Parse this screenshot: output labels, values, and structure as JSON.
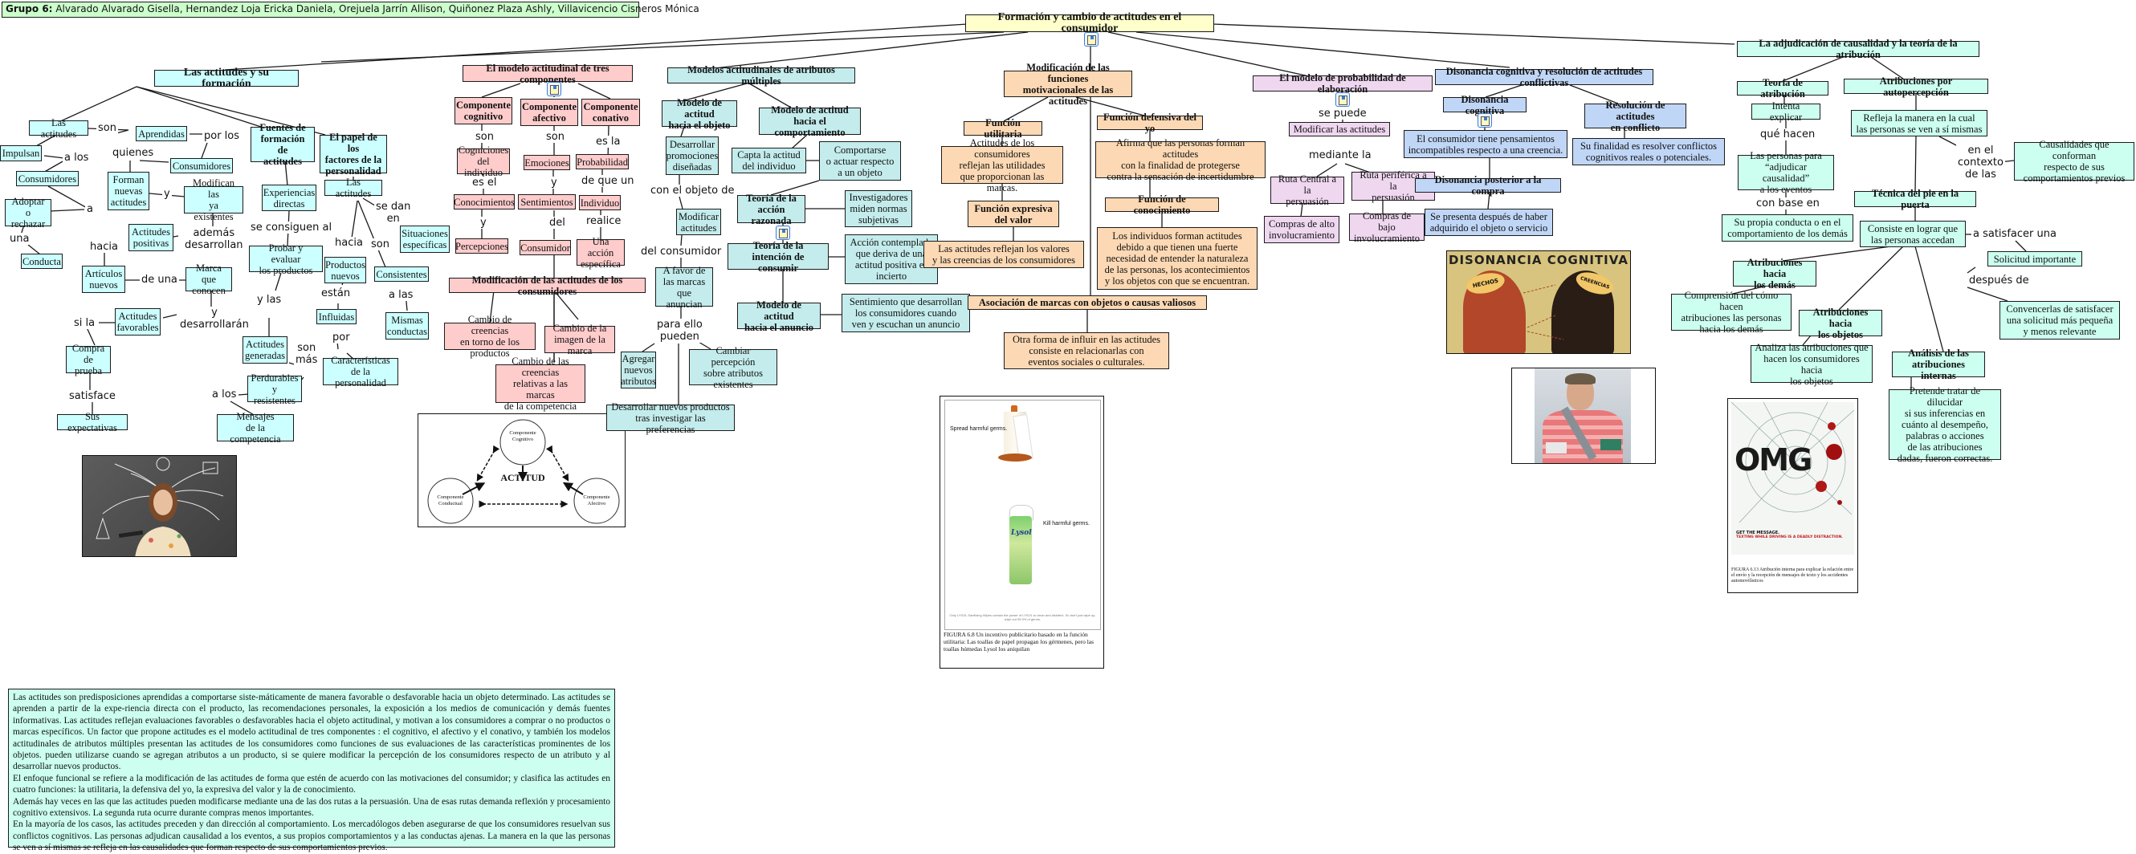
{
  "header": {
    "group_label": "Grupo 6:",
    "members": "Alvarado Alvarado Gisella, Hernandez Loja Ericka Daniela, Orejuela Jarrín Allison, Quiñonez Plaza Ashly, Villavicencio Cisneros Mónica"
  },
  "root": {
    "title": "Formación y cambio de actitudes en el consumidor"
  },
  "formacion": {
    "title": "Las actitudes y su formación",
    "nodes": {
      "las_actitudes": "Las actitudes",
      "aprendidas": "Aprendidas",
      "impulsan": "Impulsan",
      "consumidores_1": "Consumidores",
      "consumidores_2": "Consumidores",
      "adoptar": "Adoptar\no rechazar",
      "conducta": "Conducta",
      "forman": "Forman\nnuevas\nactitudes",
      "modifican": "Modifican las\nya existentes",
      "actitudes_positivas": "Actitudes\npositivas",
      "articulos_nuevos": "Artículos\nnuevos",
      "marca_conocen": "Marca que\nconocen",
      "actitudes_favorables": "Actitudes\nfavorables",
      "compra_prueba": "Compra\nde prueba",
      "sus_expectativas": "Sus expectativas",
      "fuentes": "Fuentes de\nformación de\nactitudes",
      "experiencias": "Experiencias\ndirectas",
      "probar": "Probar y evaluar\nlos productos",
      "actitudes_generadas": "Actitudes\ngeneradas",
      "perdurables": "Perdurables\ny resistentes",
      "mensajes": "Mensajes\nde la competencia",
      "papel": "El papel de los\nfactores de la\npersonalidad",
      "las_actitudes_2": "Las actitudes",
      "situaciones": "Situaciones\nespecíficas",
      "productos_nuevos": "Productos\nnuevos",
      "consistentes": "Consistentes",
      "influidas": "Influidas",
      "mismas_conductas": "Mismas\nconductas",
      "caracteristicas": "Características\nde la personalidad"
    },
    "links": {
      "son": "son",
      "por_los": "por los",
      "a_los": "a los",
      "quienes": "quienes",
      "a": "a",
      "una": "una",
      "y": "y",
      "ademas": "además\ndesarrollan",
      "hacia": "hacia",
      "de_una": "de una",
      "y_desarrollaran": "y\ndesarrollarán",
      "si_la": "si la",
      "satisface": "satisface",
      "se_consiguen": "se consiguen al",
      "y_las": "y las",
      "son_mas": "son\nmás",
      "a_los_2": "a los",
      "se_dan_en": "se dan\nen",
      "hacia_2": "hacia",
      "son_2": "son",
      "estan": "están",
      "a_las": "a las",
      "por": "por"
    }
  },
  "tres_componentes": {
    "title": "El modelo actitudinal de tres componentes",
    "cognitivo": "Componente\ncognitivo",
    "afectivo": "Componente\nafectivo",
    "conativo": "Componente\nconativo",
    "cogniciones": "Cogniciones\ndel individuo",
    "conocimientos": "Conocimientos",
    "percepciones": "Percepciones",
    "emociones": "Emociones",
    "sentimientos": "Sentimientos",
    "consumidor": "Consumidor",
    "probabilidad": "Probabilidad",
    "individuo": "Individuo",
    "accion": "Una acción\nespecífica",
    "links": {
      "son_1": "son",
      "son_2": "son",
      "es_la": "es la",
      "es_el": "es el",
      "y_1": "y",
      "y_2": "y",
      "del": "del",
      "de_que_un": "de que un",
      "realice": "realice"
    }
  },
  "modificacion_actitudes": {
    "title": "Modificación de las actitudes de los consumidores",
    "creencias_productos": "Cambio de creencias\nen torno de los productos",
    "imagen_marca": "Cambio de la\nimagen de la marca",
    "creencias_competencia": "Cambio de las creencias\nrelativas a las marcas\nde la competencia"
  },
  "diagram_figure": {
    "center": "ACTITUD",
    "cognitivo": "Componente\nCognitivo",
    "conductual": "Componente\nConductual",
    "afectivo": "Componente\nAfectivo"
  },
  "atributos_multiples": {
    "title": "Modelos actitudinales de atributos múltiples",
    "hacia_objeto": "Modelo de actitud\nhacia el objeto",
    "hacia_comportamiento": "Modelo de actitud\nhacia el comportamiento",
    "desarrollar_promociones": "Desarrollar\npromociones\ndiseñadas",
    "modificar_actitudes": "Modificar\nactitudes",
    "a_favor": "A favor de\nlas marcas\nque anuncian",
    "agregar": "Agregar\nnuevos\natributos",
    "cambiar_percepcion": "Cambiar percepción\nsobre atributos\nexistentes",
    "desarrollar_nuevos": "Desarrollar nuevos productos\ntras investigar las preferencias",
    "capta": "Capta la actitud\ndel individuo",
    "comportarse": "Comportarse\no actuar respecto\na un objeto",
    "accion_razonada": "Teoría de la\nacción razonada",
    "investigadores": "Investigadores\nmiden normas\nsubjetivas",
    "intencion_consumir": "Teoría de la\nintención de consumir",
    "accion_contemplada": "Acción contemplada\nque deriva de una\nactitud positiva es\nincierto",
    "hacia_anuncio": "Modelo de actitud\nhacia el anuncio",
    "sentimiento": "Sentimiento que desarrollan\nlos consumidores cuando\nven y escuchan un anuncio",
    "links": {
      "con_objeto": "con el objeto de",
      "del_consumidor": "del consumidor",
      "para_ello": "para ello\npueden"
    }
  },
  "funciones": {
    "title": "Modificación de las funciones\nmotivacionales de las actitudes",
    "utilitaria": "Función utilitaria",
    "utilitaria_desc": "Actitudes de los consumidores\nreflejan las utilidades\nque proporcionan las marcas.",
    "expresiva": "Función expresiva\ndel valor",
    "expresiva_desc": "Las actitudes reflejan los valores\ny las creencias de los consumidores",
    "defensiva": "Función defensiva del yo",
    "defensiva_desc": "Afirma que las personas forman actitudes\ncon la finalidad de protegerse\ncontra la sensación de incertidumbre",
    "conocimiento": "Función de conocimiento",
    "conocimiento_desc": "Los individuos forman actitudes\ndebido a que tienen una fuerte\nnecesidad de entender la naturaleza\nde las personas, los acontecimientos\ny los objetos con que se encuentran.",
    "asociacion": "Asociación de marcas con objetos o causas valiosos",
    "asociacion_desc": "Otra forma de influir en las actitudes\nconsiste en relacionarlas con\neventos sociales o culturales."
  },
  "lysol_figure": {
    "spread": "Spread harmful germs.",
    "kill": "Kill harmful germs.",
    "brand": "Lysol",
    "fine_print": "Only LYSOL Sanitizing Wipes contain the power of LYSOL to clean and disinfect. So don't just wipe up, wipe out 99.9% of germs.",
    "caption": "FIGURA 6.8 Un incentivo publicitario basado en la función utilitaria: Las toallas de papel propagan los gérmenes, pero las toallas húmedas Lysol los aniquilan"
  },
  "elaboracion": {
    "title": "El modelo de probabilidad de elaboración",
    "modificar": "Modificar las actitudes",
    "ruta_central": "Ruta Central a la\npersuasión",
    "ruta_periferica": "Ruta periférica a la\npersuasión",
    "alto": "Compras de alto\ninvolucramiento",
    "bajo": "Compras de bajo\ninvolucramiento",
    "links": {
      "se_puede": "se puede",
      "mediante_la": "mediante la"
    }
  },
  "disonancia": {
    "title": "Disonancia cognitiva y resolución de actitudes conflictivas",
    "cognitiva": "Disonancia cognitiva",
    "cognitiva_desc": "El consumidor tiene pensamientos\nincompatibles respecto a una creencia.",
    "posterior": "Disonancia posterior a la compra",
    "posterior_desc": "Se presenta después de haber\nadquirido el objeto o servicio",
    "resolucion": "Resolución de actitudes\nen conflicto",
    "resolucion_desc": "Su finalidad es resolver conflictos\ncognitivos reales o potenciales.",
    "image_title": "DISONANCIA COGNITIVA",
    "image_left": "HECHOS",
    "image_right": "CREENCIAS"
  },
  "atribucion": {
    "title": "La adjudicación de causalidad y la teoría de la atribución",
    "teoria": "Teoría de atribución",
    "intenta": "Intenta explicar",
    "personas": "Las personas para\n“adjudicar causalidad”\na los eventos",
    "propia": "Su propia conducta o en el\ncomportamiento de los demás",
    "autopercepcion": "Atribuciones por autopercepción",
    "refleja": "Refleja la manera en la cual\nlas personas se ven a sí mismas",
    "causalidades": "Causalidades que conforman\nrespecto de sus\ncomportamientos previos",
    "pie_puerta": "Técnica del pie en la puerta",
    "consiste": "Consiste en lograr que\nlas personas accedan",
    "solicitud": "Solicitud importante",
    "convencerlas": "Convencerlas de satisfacer\nuna solicitud más pequeña\ny menos relevante",
    "hacia_demas": "Atribuciones hacia\nlos demás",
    "comprension": "Comprensión del cómo hacen\natribuciones las personas\nhacia los demás",
    "hacia_objetos": "Atribuciones hacia\nlos objetos",
    "analiza": "Analiza las atribuciones que\nhacen los consumidores hacia\nlos objetos",
    "internas": "Análisis de las\natribuciones internas",
    "pretende": "Pretende tratar de dilucidar\nsi sus inferencias en\ncuánto al desempeño,\npalabras o acciones\nde las atribuciones\ndadas, fueron correctas.",
    "links": {
      "que_hacen": "qué hacen",
      "con_base_en": "con base en",
      "en_contexto": "en el\ncontexto\nde las",
      "a_satisfacer": "a satisfacer una",
      "despues_de": "después de"
    }
  },
  "omg_figure": {
    "headline": "OMG",
    "get_message": "GET THE MESSAGE.",
    "texting": "TEXTING WHILE DRIVING IS A DEADLY DISTRACTION.",
    "caption": "FIGURA 6.13 Atribución interna para explicar la relación entre el envío y la recepción de mensajes de texto y los accidentes automovilísticos"
  },
  "summary": {
    "paragraphs": [
      "Las actitudes son predisposiciones aprendidas a comportarse siste-máticamente de manera favorable o desfavorable hacia un objeto determinado. Las actitudes se aprenden a partir de la expe-riencia directa con el producto, las recomendaciones personales, la exposición a los medios de comunicación y demás fuentes informativas. Las actitudes reflejan evaluaciones favorables o desfavorables hacia el objeto actitudinal, y motivan a los consumidores a comprar o no productos o marcas específicos. Un factor que propone actitudes es el modelo actitudinal de tres componentes : el cognitivo, el afectivo y el conativo, y también los modelos actitudinales de atributos múltiples presentan las actitudes de los consumidores como funciones de sus evaluaciones de las características prominentes de los objetos. pueden utilizarse cuando se agregan atributos a un producto, si se quiere modificar la percepción de los consumidores respecto de un atributo y al desarrollar nuevos productos.",
      "El enfoque funcional se refiere a la modificación de las actitudes de forma que estén de acuerdo con las motivaciones del consumidor; y clasifica las actitudes en cuatro funciones: la utilitaria, la defensiva del yo, la expresiva del valor y la de conocimiento.",
      "Además hay veces en las que las actitudes pueden modificarse mediante una de las dos rutas a la persuasión. Una de esas rutas demanda reflexión y procesamiento cognitivo extensivos. La segunda ruta ocurre durante compras menos importantes.",
      "En la mayoría de los casos, las actitudes preceden y dan dirección al comportamiento. Los mercadólogos deben asegurarse de que los consumidores resuelvan sus conflictos cognitivos. Las personas adjudican causalidad a los eventos, a sus propios comportamientos y a las conductas ajenas. La manera en la que las personas se ven a sí mismas se refleja en las causalidades que forman respecto de sus comportamientos previos."
    ]
  },
  "colors": {
    "cyan": "#ccffff",
    "teal": "#c4ecec",
    "pink": "#ffcccc",
    "orange": "#fcd9b4",
    "purple": "#efd7f0",
    "blue": "#c0d6f6",
    "mint": "#ccfff0",
    "yellow": "#ffffcc",
    "green": "#ccffcc"
  }
}
